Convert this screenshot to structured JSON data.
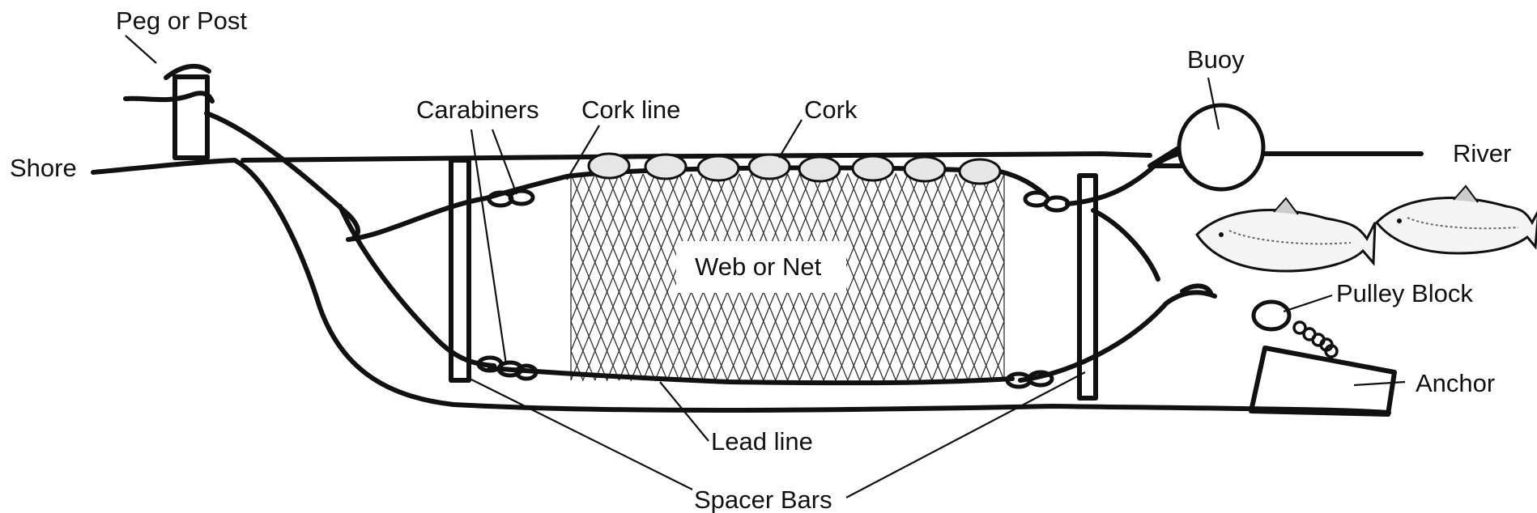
{
  "labels": {
    "peg": "Peg or Post",
    "shore": "Shore",
    "carabiners": "Carabiners",
    "cork_line": "Cork line",
    "cork": "Cork",
    "buoy": "Buoy",
    "river": "River",
    "web": "Web or Net",
    "pulley": "Pulley Block",
    "anchor": "Anchor",
    "lead_line": "Lead line",
    "spacer_bars": "Spacer Bars"
  },
  "colors": {
    "ink": "#111111",
    "cork_fill": "#e6e6e6",
    "background": "#ffffff"
  }
}
